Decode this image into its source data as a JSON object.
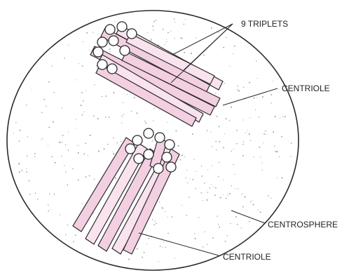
{
  "labels": {
    "triplets": "9 TRIPLETS",
    "centriole_top": "CENTRIOLE",
    "centrosphere": "CENTROSPHERE",
    "centriole_bottom": "CENTRIOLE"
  },
  "colors": {
    "outline": "#2a2a2a",
    "tube_fill": "#f3cfe2",
    "background": "#ffffff",
    "stipple": "#9a9a9a"
  }
}
